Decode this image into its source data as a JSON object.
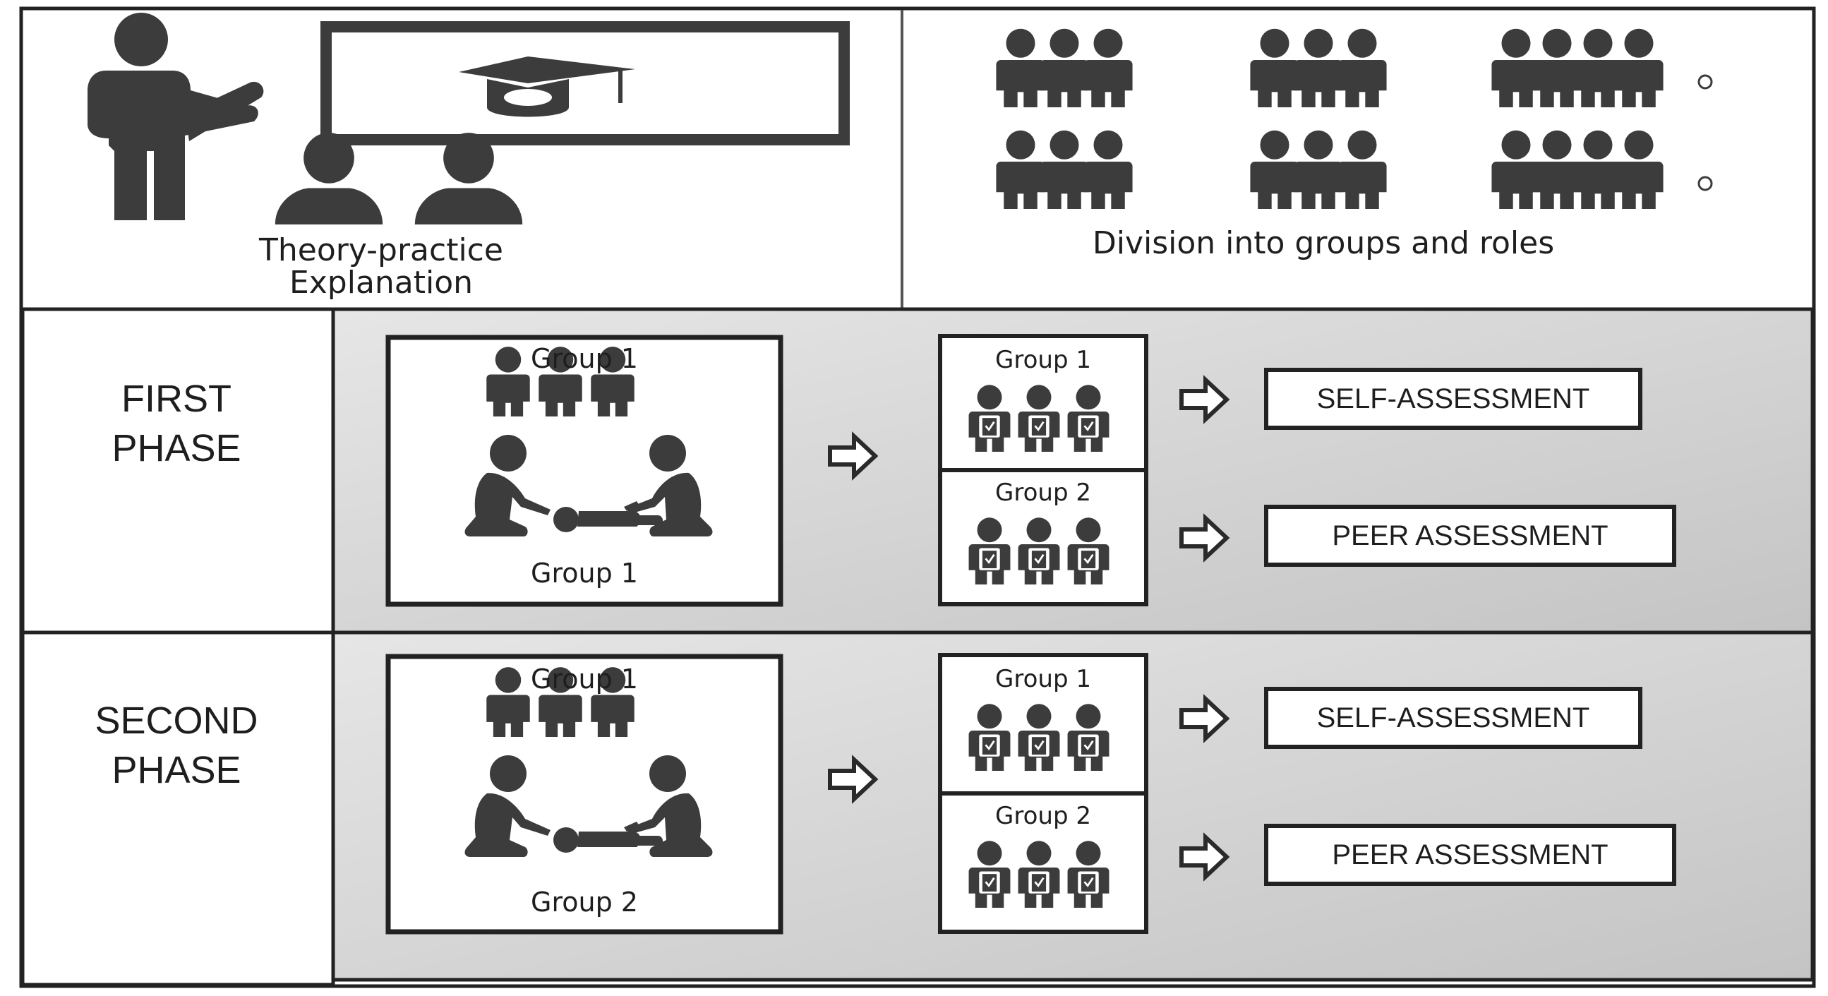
{
  "top": {
    "left_caption_line1": "Theory-practice",
    "left_caption_line2": "Explanation",
    "right_caption": "Division into groups and roles"
  },
  "phases": [
    {
      "label_line1": "FIRST",
      "label_line2": "PHASE",
      "scenario_top": "Group 1",
      "scenario_bottom": "Group 1",
      "eval_top": "Group 1",
      "eval_bottom": "Group 2",
      "assess_top": "SELF-ASSESSMENT",
      "assess_bottom": "PEER ASSESSMENT"
    },
    {
      "label_line1": "SECOND",
      "label_line2": "PHASE",
      "scenario_top": "Group 1",
      "scenario_bottom": "Group 2",
      "eval_top": "Group 1",
      "eval_bottom": "Group 2",
      "assess_top": "SELF-ASSESSMENT",
      "assess_bottom": "PEER ASSESSMENT"
    }
  ],
  "icons": {
    "teacher": "teacher-at-board-icon",
    "students": "students-icon",
    "groups": "people-group-icon",
    "cpr": "cpr-scenario-icon",
    "evaluators": "evaluator-clipboard-icon",
    "arrow": "right-arrow-icon"
  },
  "colors": {
    "ink": "#3c3c3c",
    "panel_gray": "#d2d2d2",
    "white": "#ffffff"
  }
}
